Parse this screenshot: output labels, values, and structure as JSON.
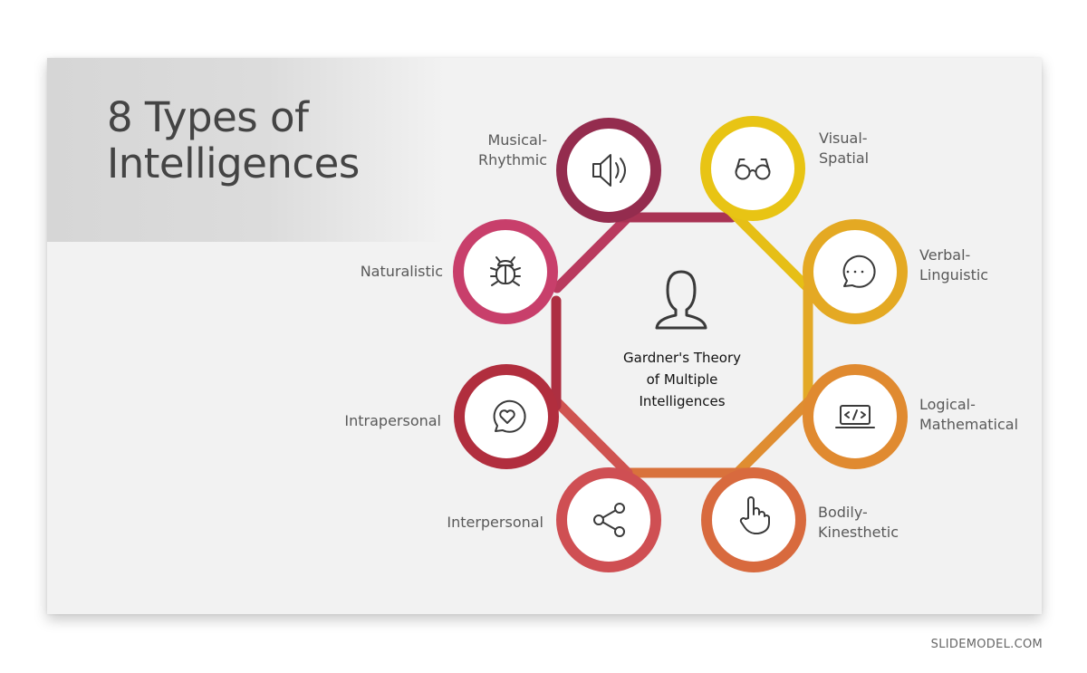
{
  "slide": {
    "title": "8 Types of\nIntelligences",
    "center_text": "Gardner's Theory\nof Multiple\nIntelligences",
    "center_icon": "person-icon"
  },
  "intelligences": [
    {
      "label": "Musical-\nRhythmic",
      "icon": "speaker-icon",
      "color": "#942c4e"
    },
    {
      "label": "Visual-\nSpatial",
      "icon": "glasses-icon",
      "color": "#e8c414"
    },
    {
      "label": "Verbal-\nLinguistic",
      "icon": "chat-bubble-icon",
      "color": "#e4a923"
    },
    {
      "label": "Logical-\nMathematical",
      "icon": "laptop-code-icon",
      "color": "#e08a30"
    },
    {
      "label": "Bodily-\nKinesthetic",
      "icon": "pointing-hand-icon",
      "color": "#d86a3e"
    },
    {
      "label": "Interpersonal",
      "icon": "share-icon",
      "color": "#cf4f53"
    },
    {
      "label": "Intrapersonal",
      "icon": "heart-chat-icon",
      "color": "#b12e3e"
    },
    {
      "label": "Naturalistic",
      "icon": "bug-icon",
      "color": "#c83f6b"
    }
  ],
  "footer": {
    "brand": "SLIDEMODEL.COM"
  }
}
